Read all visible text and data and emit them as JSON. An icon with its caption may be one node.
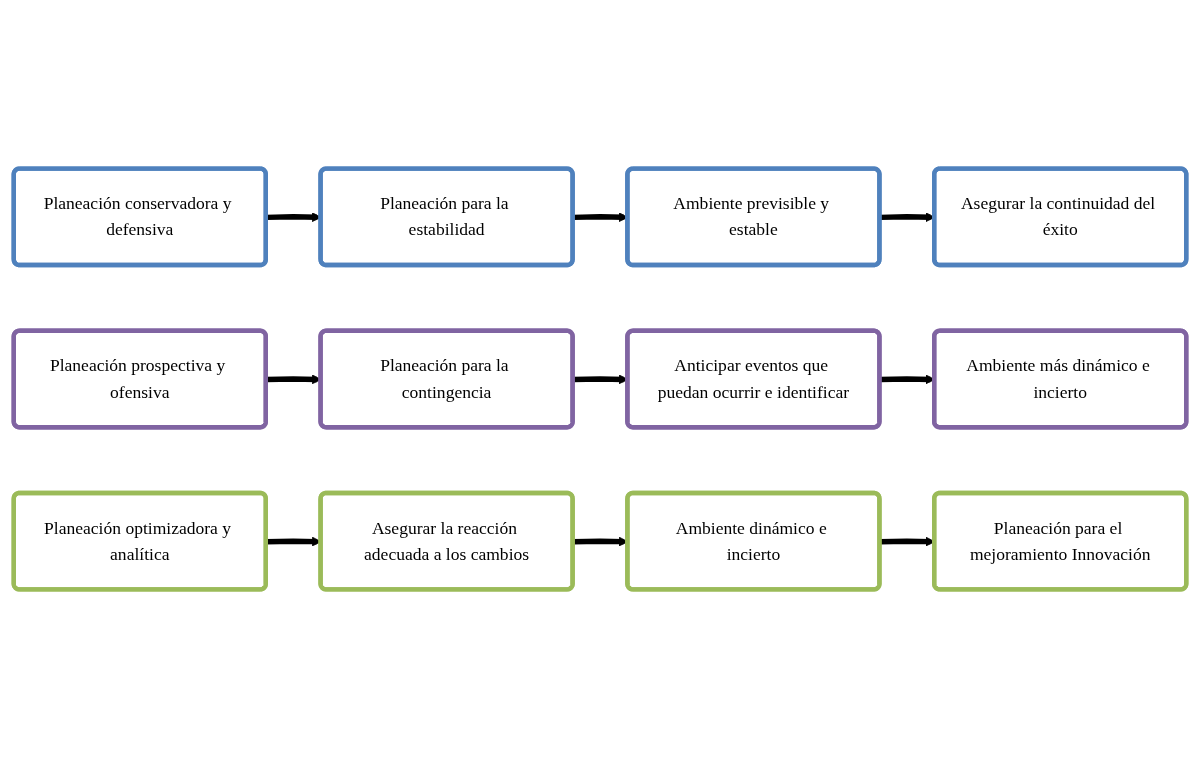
{
  "diagram": {
    "nodes": [
      {
        "text": [
          "Planeación conservadora y defensiva"
        ]
      },
      {
        "text": [
          "Planeación para la estabilidad"
        ]
      },
      {
        "text": [
          "Ambiente previsible y estable"
        ]
      },
      {
        "text": [
          "Asegurar la continuidad del éxito"
        ]
      },
      {
        "text": [
          "Planeación prospectiva y ofensiva"
        ]
      },
      {
        "text": [
          "Planeación para la contingencia"
        ]
      },
      {
        "text": [
          "Anticipar eventos que puedan ocurrir e identificar"
        ]
      },
      {
        "text": [
          "Ambiente más dinámico e incierto"
        ]
      },
      {
        "text": [
          "Planeación optimizadora y analítica"
        ]
      },
      {
        "text": [
          "Asegurar la reacción adecuada a los cambios"
        ]
      },
      {
        "text": [
          "Ambiente dinámico e incierto"
        ]
      },
      {
        "text": [
          "Planeación para el mejoramiento Innovación"
        ]
      }
    ],
    "edges": [
      {
        "from": 0,
        "to": 1,
        "arrow": "to"
      },
      {
        "from": 1,
        "to": 2,
        "arrow": "to"
      },
      {
        "from": 2,
        "to": 3,
        "arrow": "to"
      },
      {
        "from": 4,
        "to": 5,
        "arrow": "to"
      },
      {
        "from": 5,
        "to": 6,
        "arrow": "to"
      },
      {
        "from": 6,
        "to": 7,
        "arrow": "to"
      },
      {
        "from": 8,
        "to": 9,
        "arrow": "to"
      },
      {
        "from": 9,
        "to": 10,
        "arrow": "to"
      },
      {
        "from": 10,
        "to": 11,
        "arrow": "to"
      }
    ]
  }
}
